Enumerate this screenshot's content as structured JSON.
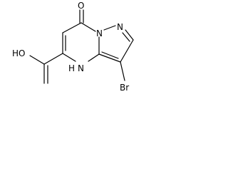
{
  "molecule": {
    "atoms": {
      "o_ketone": "O",
      "oh": "HO",
      "nh": "H",
      "n4": "N",
      "n_bridge": "N",
      "n_pyrazole": "N",
      "br": "Br"
    }
  }
}
